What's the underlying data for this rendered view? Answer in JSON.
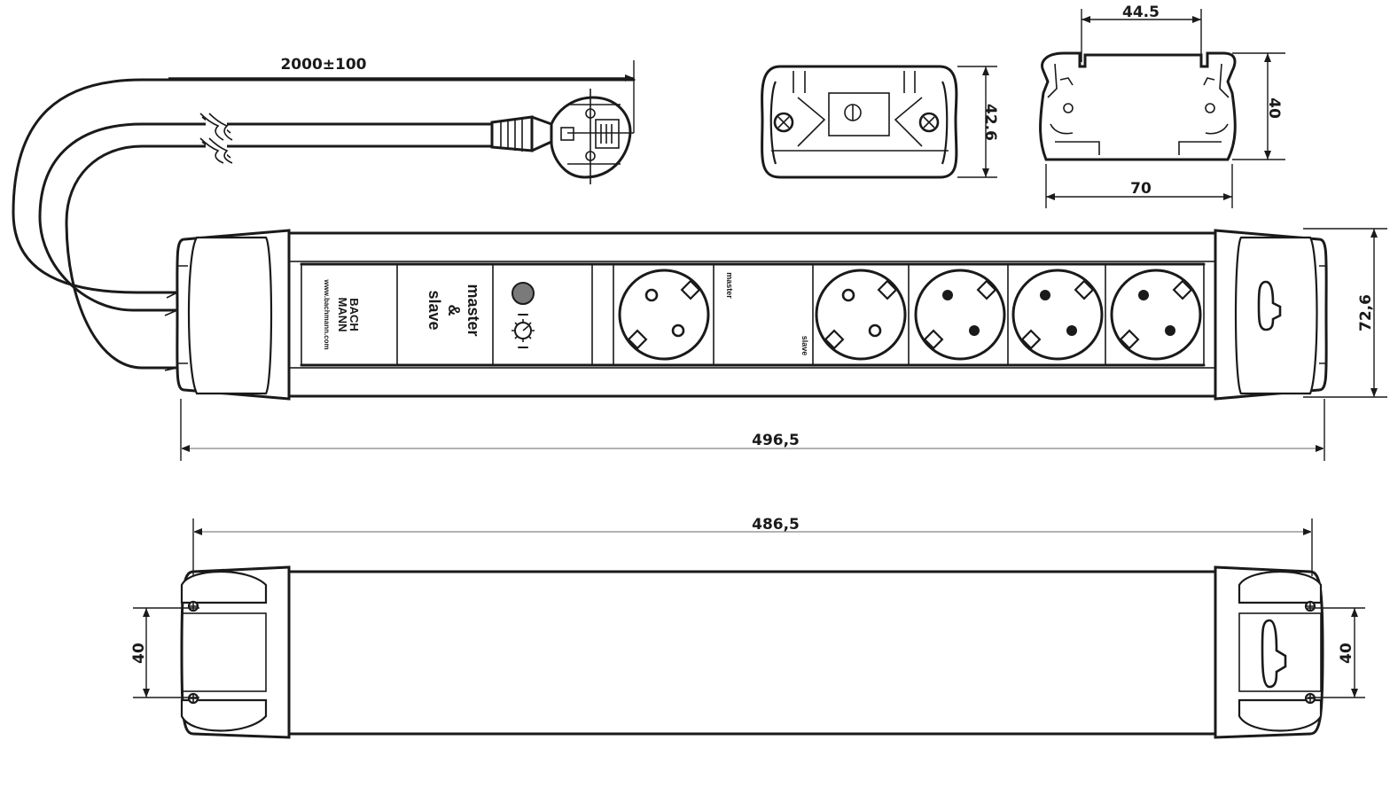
{
  "dimensions": {
    "cable_length": "2000±100",
    "plug_height": "42.6",
    "profile_inner_width": "44.5",
    "profile_height": "40",
    "profile_width": "70",
    "strip_height": "72,6",
    "strip_total_length": "496,5",
    "back_length": "486,5",
    "back_mount_left": "40",
    "back_mount_right": "40"
  },
  "labels": {
    "brand_line1": "BACH",
    "brand_line2": "MANN",
    "brand_url": "www.bachmann.com",
    "master_slave_line1": "master",
    "master_slave_line2": "&",
    "master_slave_line3": "slave",
    "master_tag": "master",
    "slave_tag": "slave"
  },
  "sockets": {
    "count": 5,
    "item_label": "schuko-socket"
  },
  "colors": {
    "line": "#1a1a1a",
    "dimension_gray": "#9a9a9a",
    "indicator_gray": "#7a7a7a"
  }
}
